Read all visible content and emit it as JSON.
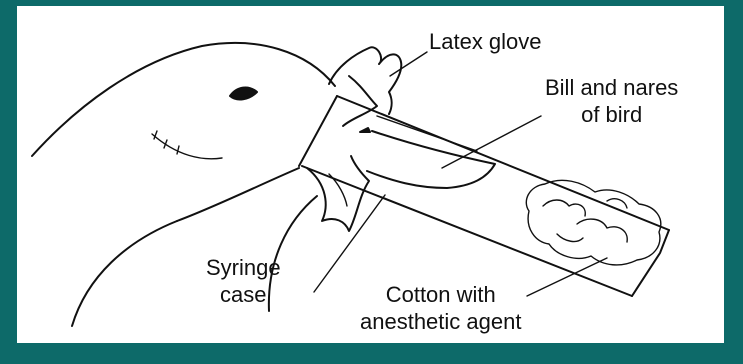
{
  "colors": {
    "frame": "#0d6a69",
    "panel": "#ffffff",
    "ink": "#111111"
  },
  "labels": {
    "latex_glove": "Latex glove",
    "bill_and_nares": [
      "Bill and nares",
      "of bird"
    ],
    "syringe_case": [
      "Syringe",
      "case"
    ],
    "cotton": [
      "Cotton with",
      "anesthetic agent"
    ]
  }
}
